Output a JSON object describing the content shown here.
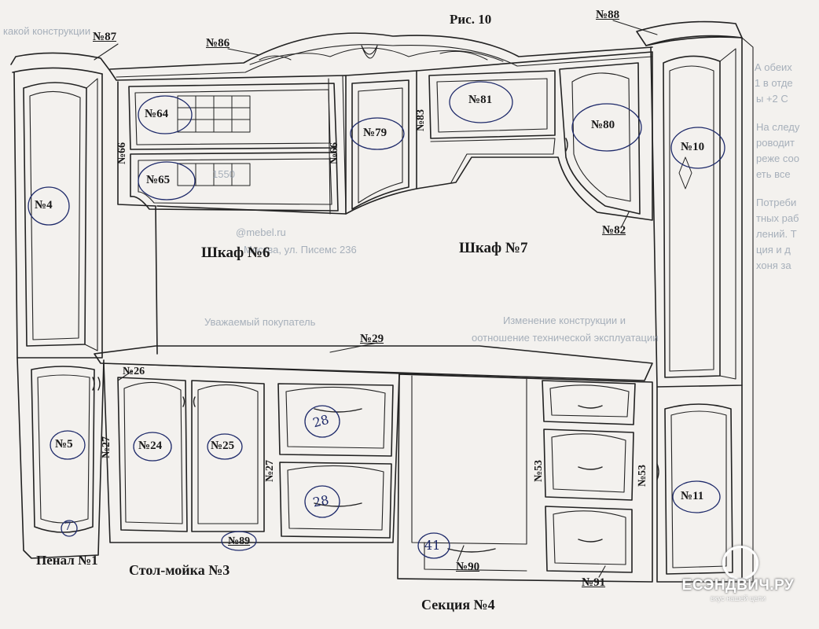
{
  "figure": {
    "title": "Рис. 10"
  },
  "cabinets": {
    "cab6": "Шкаф №6",
    "cab7": "Шкаф №7",
    "pen1": "Пенал №1",
    "sink3": "Стол-мойка №3",
    "sec4": "Секция №4"
  },
  "parts": {
    "p87": "№87",
    "p86": "№86",
    "p88": "№88",
    "p64": "№64",
    "p65": "№65",
    "p66a": "№66",
    "p66b": "№66",
    "p79": "№79",
    "p83": "№83",
    "p81": "№81",
    "p80": "№80",
    "p82": "№82",
    "p10": "№10",
    "p4": "№4",
    "p29": "№29",
    "p26": "№26",
    "p5": "№5",
    "p27a": "№27",
    "p24": "№24",
    "p25": "№25",
    "p27b": "№27",
    "p53a": "№53",
    "p53b": "№53",
    "p11": "№11",
    "p89": "№89",
    "p90": "№90",
    "p91": "№91"
  },
  "handwritten": {
    "h28a": "28",
    "h28b": "28",
    "h41": "41",
    "h7": "7"
  },
  "bleed": {
    "l1": "какой конструкции",
    "l2": "А обеих",
    "l3": "1 в отде",
    "l4": "ы +2 С",
    "l5": "На следу",
    "l6": "роводит",
    "l7": "реже соо",
    "l8": "еть все",
    "l9": "Потреби",
    "l10": "тных раб",
    "l11": "лений. Т",
    "l12": "ция и д",
    "l13": "хоня за",
    "l14": "Изменение конструкции и",
    "l15": "оотношение технической эксплуатации",
    "l16": "Уважаемый покупатель",
    "l17": "1550",
    "l18": "@mebel.ru",
    "l19": "Москва, ул. Писемс 236"
  },
  "watermark": {
    "name": "ЕСЭНДВИЧ.РУ",
    "tagline": "вкус нашей цели"
  }
}
